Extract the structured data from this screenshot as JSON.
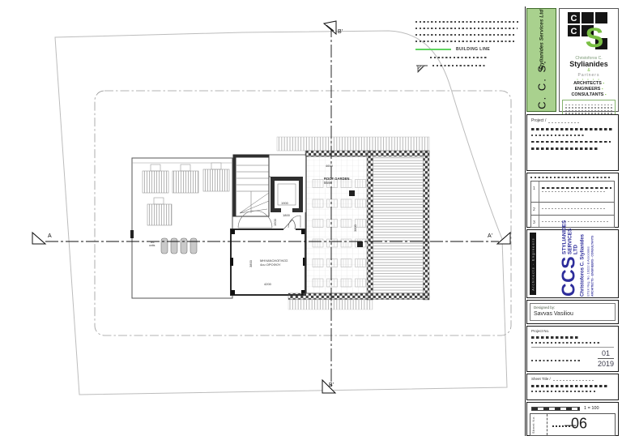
{
  "legend": {
    "building_line_label": "BUILDING LINE"
  },
  "branding": {
    "sidebar_company": "C. C. S.",
    "sidebar_services": "Stylianides Services Ltd",
    "principal_first": "Christoforos C.",
    "principal_last": "Stylianides",
    "amp": "&",
    "partners": "Partners",
    "role_architects": "ARCHITECTS",
    "role_engineers": "ENGINEERS",
    "role_consultants": "CONSULTANTS"
  },
  "firm_panel": {
    "ccs": "CCS",
    "company_line1": "STYLIANIDES",
    "company_line2": "SERVICES LTD",
    "principal": "Christoforos C. Stylianides",
    "etek": "ETEK Reg. No. 19222 & Associates",
    "roles": "ARCHITECTS - ENGINEERS - CONSULTANTS",
    "side_label": "Architects - Engineers"
  },
  "title_block": {
    "project_label": "Project /",
    "row_numbers": [
      "1",
      "2",
      "3"
    ],
    "designed_by_label": "Designed by:",
    "designed_by_value": "Savvas Vasiliou",
    "project_no_label": "Project No.",
    "date_month": "01",
    "date_year": "2019",
    "sheet_title_label": "Sheet Title /",
    "scale_value": "1 = 100",
    "sheet_no_label": "Sheet No.",
    "sheet_no_value": "06"
  },
  "plan": {
    "section_markers": {
      "top": "B'",
      "bottom": "B'",
      "left": "A",
      "right": "A'"
    },
    "labels": {
      "roof_garden_line1": "ROOF GARDEN",
      "roof_garden_line2": "55m²",
      "mech_room_line1": "ΜΗΧΑΝΟΛΟΓΙΚΟΣ",
      "mech_room_line2": "4ου ΟΡΟΦΟΥ",
      "ac_line1": "a/c",
      "ac_line2": "units"
    },
    "dimensions": {
      "garden_width": "4600",
      "lift_width": "1900",
      "lift_clear": "1800",
      "stair_height": "1500",
      "garden_height": "3800",
      "mech_height": "3800",
      "mech_width": "4200"
    }
  }
}
